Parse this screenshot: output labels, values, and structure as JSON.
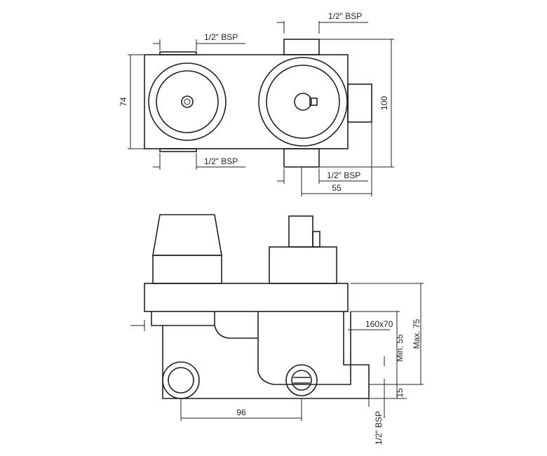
{
  "top_view": {
    "bsp_top_left": "1/2\" BSP",
    "bsp_top_right": "1/2\" BSP",
    "bsp_bottom_left": "1/2\" BSP",
    "bsp_bottom_right": "1/2\" BSP",
    "height_74": "74",
    "height_100": "100",
    "width_55": "55"
  },
  "side_view": {
    "box_size": "160x70",
    "min_depth": "Min. 55",
    "max_depth": "Max. 75",
    "offset_15": "15",
    "width_96": "96",
    "bsp_bottom": "1/2\" BSP"
  }
}
